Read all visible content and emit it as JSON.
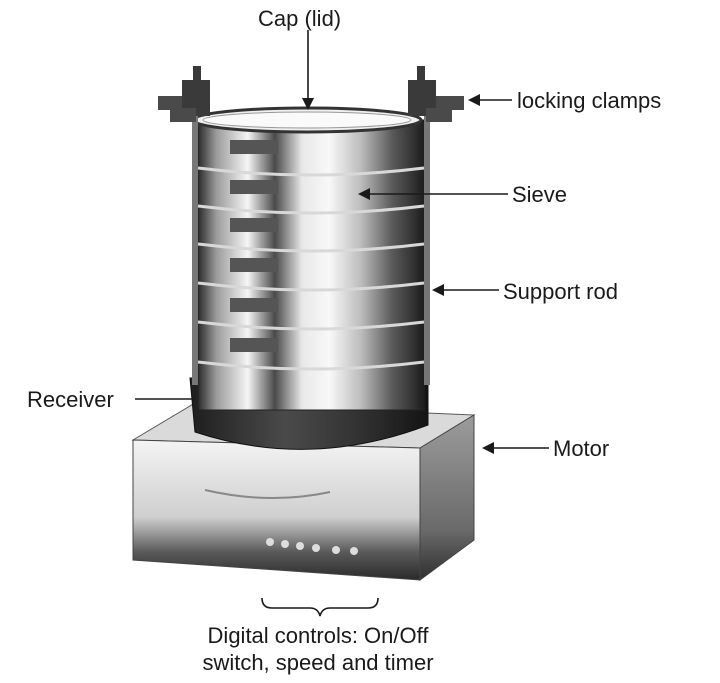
{
  "labels": {
    "cap": "Cap (lid)",
    "locking_clamps": "locking clamps",
    "sieve": "Sieve",
    "support_rod": "Support rod",
    "receiver": "Receiver",
    "motor": "Motor",
    "digital_controls_line1": "Digital controls: On/Off",
    "digital_controls_line2": "switch, speed and timer"
  },
  "colors": {
    "line": "#1a1a1a",
    "steel_dark": "#2b2b2b",
    "steel_light": "#f2f2f2",
    "base_top": "#dcdcdc",
    "base_side": "#8c8c8c"
  }
}
